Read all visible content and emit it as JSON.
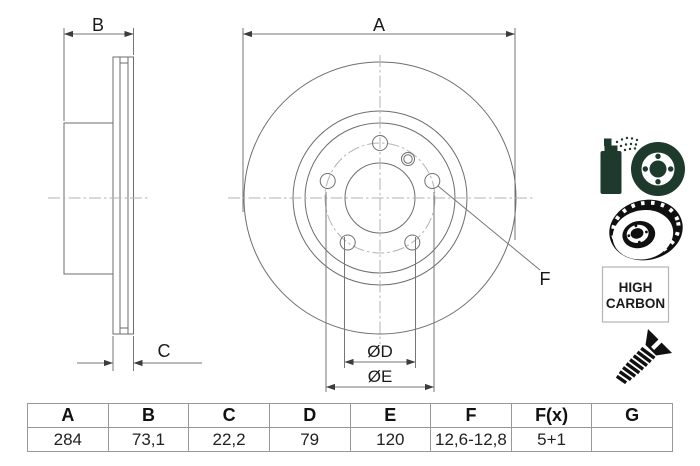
{
  "drawing": {
    "labels": {
      "a": "A",
      "b": "B",
      "c": "C",
      "f": "F",
      "dd": "ØD",
      "de": "ØE"
    }
  },
  "icons": {
    "coated_disc": "spray-coated-disc-icon",
    "vented_disc": "vented-disc-icon",
    "high_carbon_badge": {
      "line1": "HIGH",
      "line2": "CARBON"
    },
    "screw": "countersunk-screw-icon"
  },
  "table": {
    "headers": [
      "A",
      "B",
      "C",
      "D",
      "E",
      "F",
      "F(x)",
      "G"
    ],
    "values": [
      "284",
      "73,1",
      "22,2",
      "79",
      "120",
      "12,6-12,8",
      "5+1",
      ""
    ]
  },
  "colors": {
    "drawing_line": "#6e6e6e",
    "centerline": "#b3b3b3",
    "text": "#1a1a1a",
    "icon_dark_green": "#1e3a2c",
    "icon_black": "#101010",
    "table_border": "#989898",
    "background": "#ffffff"
  }
}
